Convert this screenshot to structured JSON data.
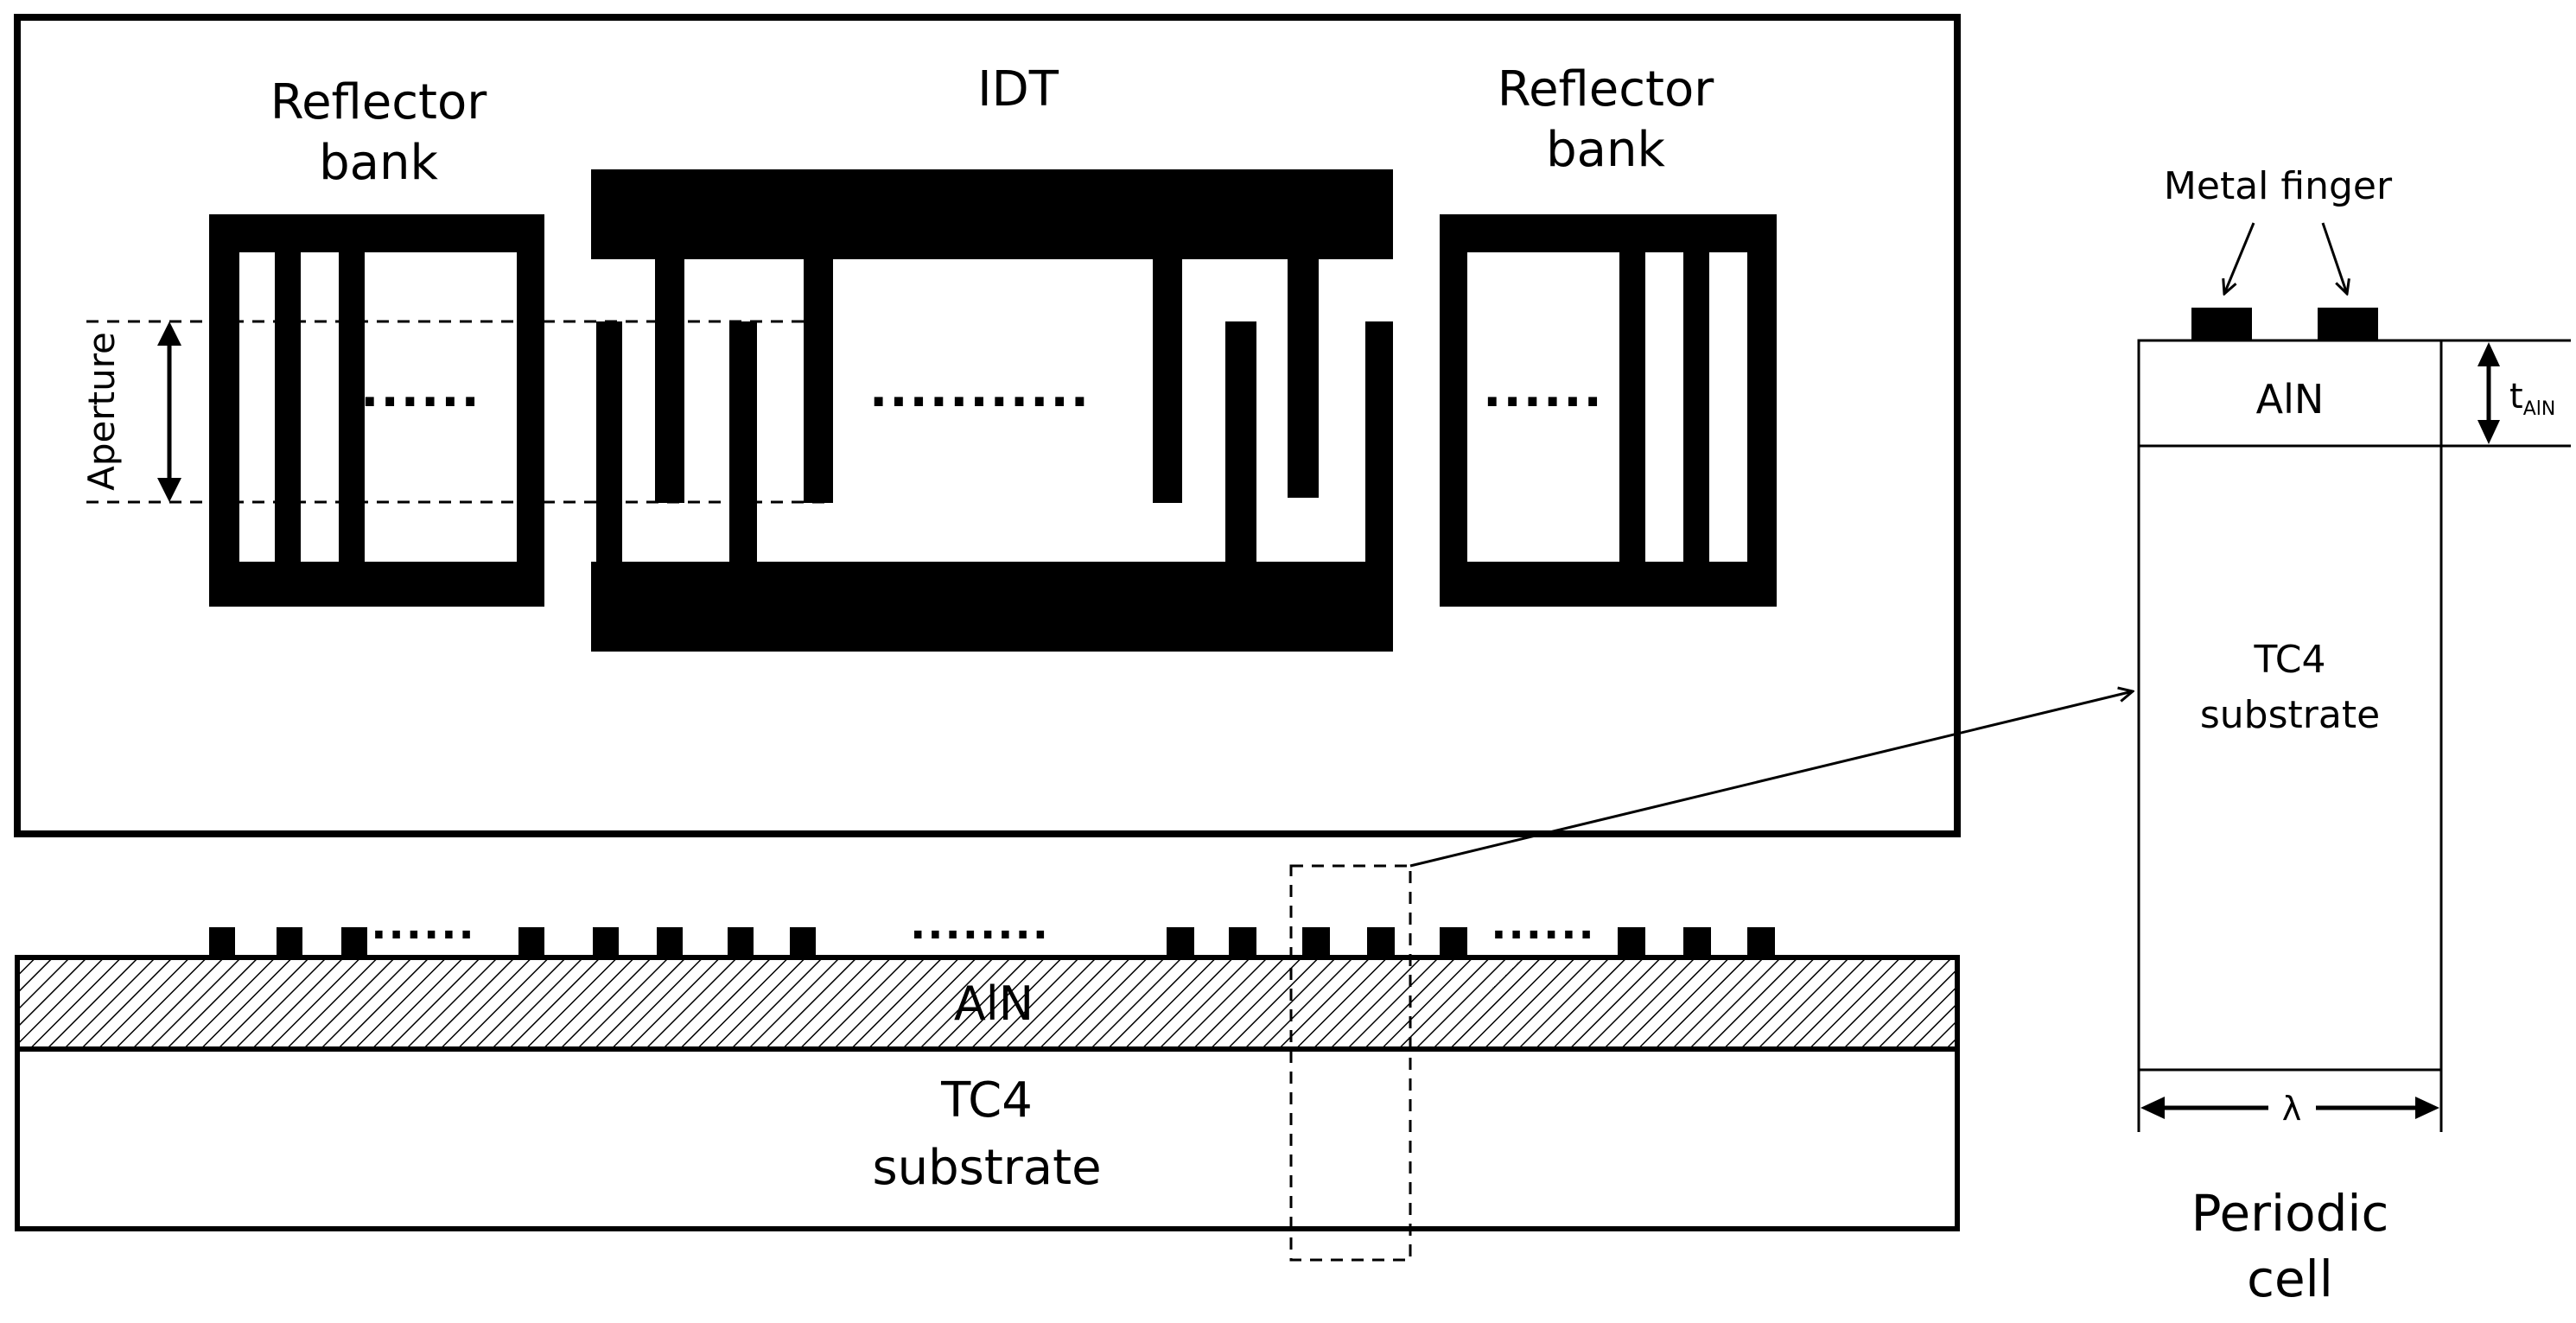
{
  "colors": {
    "ink": "#000000",
    "background": "#ffffff"
  },
  "top_view": {
    "left_reflector_label": "Reflector\nbank",
    "idt_label": "IDT",
    "right_reflector_label": "Reflector\nbank",
    "aperture_label": "Aperture",
    "left_ellipsis": "......",
    "center_ellipsis": "...........",
    "right_ellipsis": "......"
  },
  "cross_section": {
    "layer_label": "AlN",
    "substrate_label": "TC4\nsubstrate",
    "ellipsis_1": "......",
    "ellipsis_2": "........",
    "ellipsis_3": "......"
  },
  "periodic_cell": {
    "metal_finger_label": "Metal finger",
    "layer_label": "AlN",
    "thickness_symbol": "t",
    "thickness_subscript": "AlN",
    "substrate_label": "TC4\nsubstrate",
    "period_symbol": "λ",
    "caption": "Periodic\ncell"
  }
}
